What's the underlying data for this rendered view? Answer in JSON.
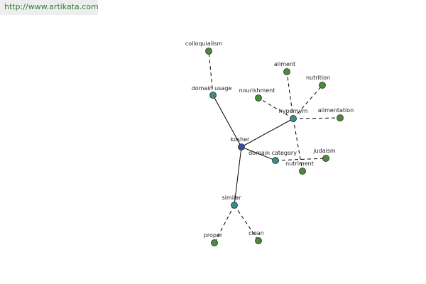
{
  "site": {
    "url": "http://www.artikata.com"
  },
  "colors": {
    "center": "#3a4aa0",
    "relation": "#3f8a8a",
    "word": "#4a8a3a",
    "edge": "#000000"
  },
  "graph": {
    "nodes": [
      {
        "id": "kosher",
        "label": "kosher",
        "kind": "center"
      },
      {
        "id": "domain_usage",
        "label": "domain usage",
        "kind": "relation"
      },
      {
        "id": "hypernym",
        "label": "hypernym",
        "kind": "relation"
      },
      {
        "id": "domain_category",
        "label": "domain category",
        "kind": "relation"
      },
      {
        "id": "similar",
        "label": "similar",
        "kind": "relation"
      },
      {
        "id": "colloquialism",
        "label": "colloquialism",
        "kind": "word"
      },
      {
        "id": "aliment",
        "label": "aliment",
        "kind": "word"
      },
      {
        "id": "nutrition",
        "label": "nutrition",
        "kind": "word"
      },
      {
        "id": "nourishment",
        "label": "nourishment",
        "kind": "word"
      },
      {
        "id": "alimentation",
        "label": "alimentation",
        "kind": "word"
      },
      {
        "id": "judaism",
        "label": "judaism",
        "kind": "word"
      },
      {
        "id": "nutriment",
        "label": "nutriment",
        "kind": "word"
      },
      {
        "id": "proper",
        "label": "proper",
        "kind": "word"
      },
      {
        "id": "clean",
        "label": "clean",
        "kind": "word"
      }
    ],
    "edges": [
      {
        "from": "kosher",
        "to": "domain_usage",
        "style": "solid"
      },
      {
        "from": "kosher",
        "to": "hypernym",
        "style": "solid"
      },
      {
        "from": "kosher",
        "to": "domain_category",
        "style": "solid"
      },
      {
        "from": "kosher",
        "to": "similar",
        "style": "solid"
      },
      {
        "from": "domain_usage",
        "to": "colloquialism",
        "style": "dashed"
      },
      {
        "from": "hypernym",
        "to": "aliment",
        "style": "dashed"
      },
      {
        "from": "hypernym",
        "to": "nutrition",
        "style": "dashed"
      },
      {
        "from": "hypernym",
        "to": "nourishment",
        "style": "dashed"
      },
      {
        "from": "hypernym",
        "to": "alimentation",
        "style": "dashed"
      },
      {
        "from": "hypernym",
        "to": "nutriment",
        "style": "dashed"
      },
      {
        "from": "domain_category",
        "to": "judaism",
        "style": "dashed"
      },
      {
        "from": "similar",
        "to": "proper",
        "style": "dashed"
      },
      {
        "from": "similar",
        "to": "clean",
        "style": "dashed"
      }
    ]
  }
}
